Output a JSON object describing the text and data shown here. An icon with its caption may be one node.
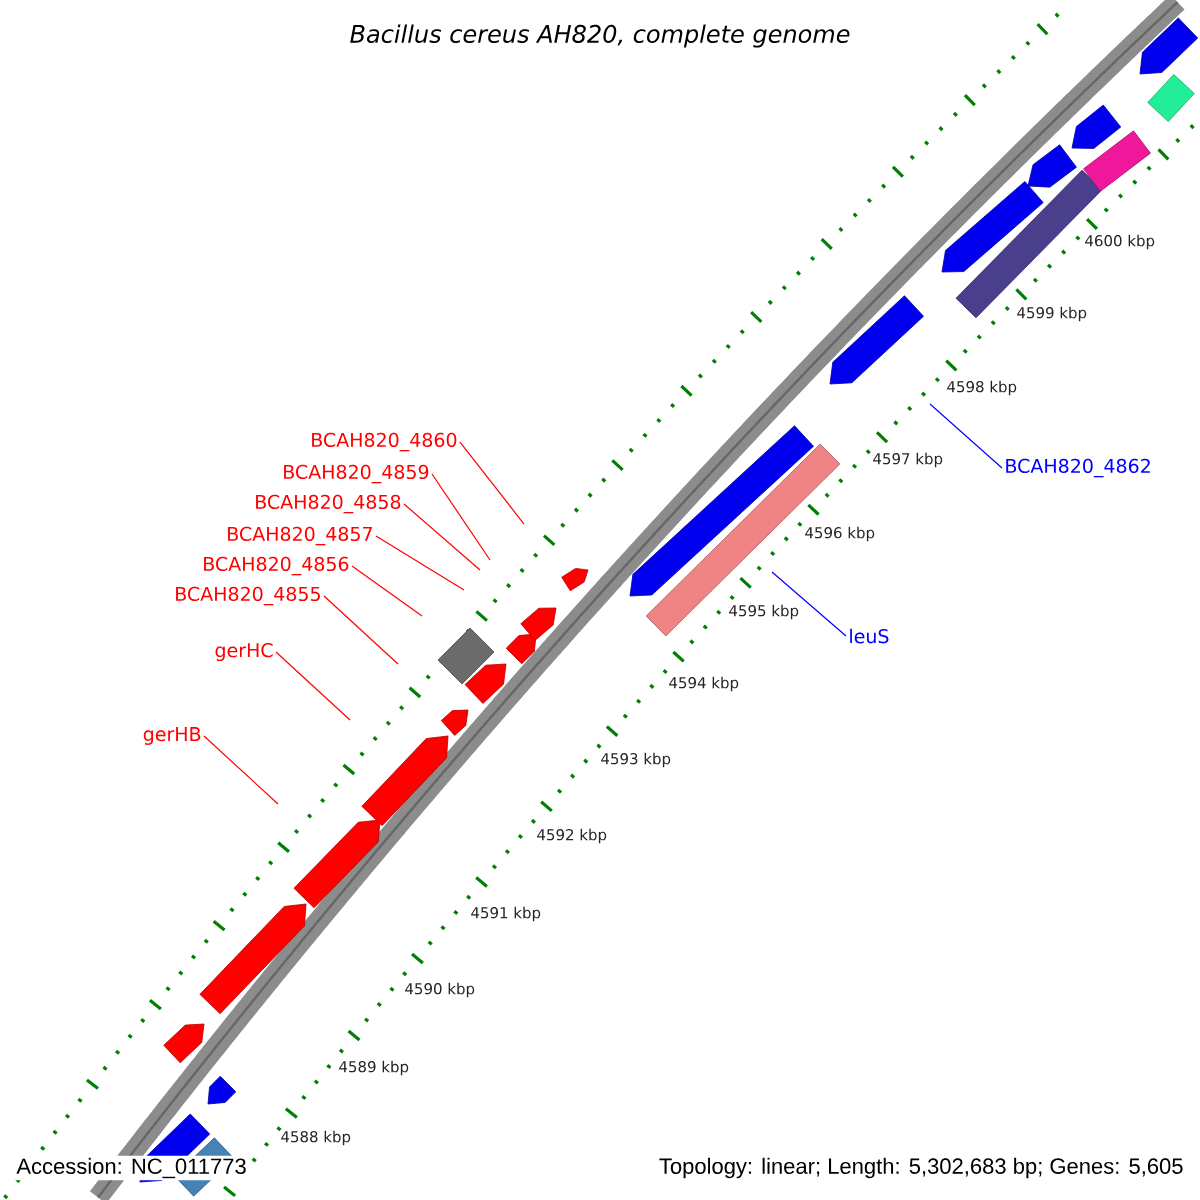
{
  "diagram": {
    "title": "Bacillus cereus AH820, complete genome",
    "nodes": [
      {
        "text": [
          "BCAH820_4860"
        ]
      },
      {
        "text": [
          "BCAH820_4859"
        ]
      },
      {
        "text": [
          "BCAH820_4858"
        ]
      },
      {
        "text": [
          "BCAH820_4857"
        ]
      },
      {
        "text": [
          "BCAH820_4856"
        ]
      },
      {
        "text": [
          "BCAH820_4855"
        ]
      },
      {
        "text": [
          "gerHC"
        ]
      },
      {
        "text": [
          "gerHB"
        ]
      },
      {
        "text": [
          "BCAH820_4862"
        ]
      },
      {
        "text": [
          "leuS"
        ]
      }
    ],
    "edges": [
      {
        "from": 0,
        "to": null,
        "arrow": "none",
        "color": "#ff0000"
      },
      {
        "from": 1,
        "to": null,
        "arrow": "none",
        "color": "#ff0000"
      },
      {
        "from": 2,
        "to": null,
        "arrow": "none",
        "color": "#ff0000"
      },
      {
        "from": 3,
        "to": null,
        "arrow": "none",
        "color": "#ff0000"
      },
      {
        "from": 4,
        "to": null,
        "arrow": "none",
        "color": "#ff0000"
      },
      {
        "from": 5,
        "to": null,
        "arrow": "none",
        "color": "#ff0000"
      },
      {
        "from": 6,
        "to": null,
        "arrow": "none",
        "color": "#ff0000"
      },
      {
        "from": 7,
        "to": null,
        "arrow": "none",
        "color": "#ff0000"
      },
      {
        "from": 8,
        "to": null,
        "arrow": "none",
        "color": "#0000ff"
      },
      {
        "from": 9,
        "to": null,
        "arrow": "none",
        "color": "#0000ff"
      }
    ],
    "labels": [
      "4600 kbp",
      "4599 kbp",
      "4598 kbp",
      "4597 kbp",
      "4596 kbp",
      "4595 kbp",
      "4594 kbp",
      "4593 kbp",
      "4592 kbp",
      "4591 kbp",
      "4590 kbp",
      "4589 kbp",
      "4588 kbp",
      "Accession: NC_011773",
      "Topology: linear; Length: 5,302,683 bp; Genes: 5,605"
    ]
  }
}
